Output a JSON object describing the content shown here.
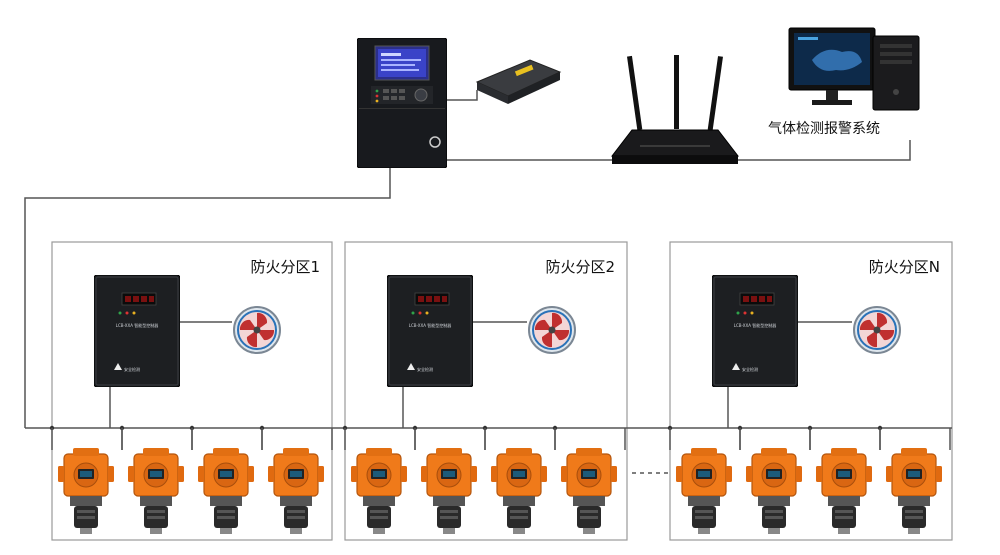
{
  "system_label": "气体检测报警系统",
  "zones": [
    {
      "label": "防火分区1",
      "panel_text": "LCB-XXA 智能型控制器",
      "brand_text": "安全检测"
    },
    {
      "label": "防火分区2",
      "panel_text": "LCB-XXA 智能型控制器",
      "brand_text": "安全检测"
    },
    {
      "label": "防火分区N",
      "panel_text": "LCB-XXA 智能型控制器",
      "brand_text": "安全检测"
    }
  ],
  "detectors_per_zone": 4,
  "colors": {
    "detector": "#f07a1a",
    "panel": "#1d1f22",
    "wire": "#555555",
    "zone_border": "#9a9a9a",
    "fan_blade": "#c03030"
  }
}
